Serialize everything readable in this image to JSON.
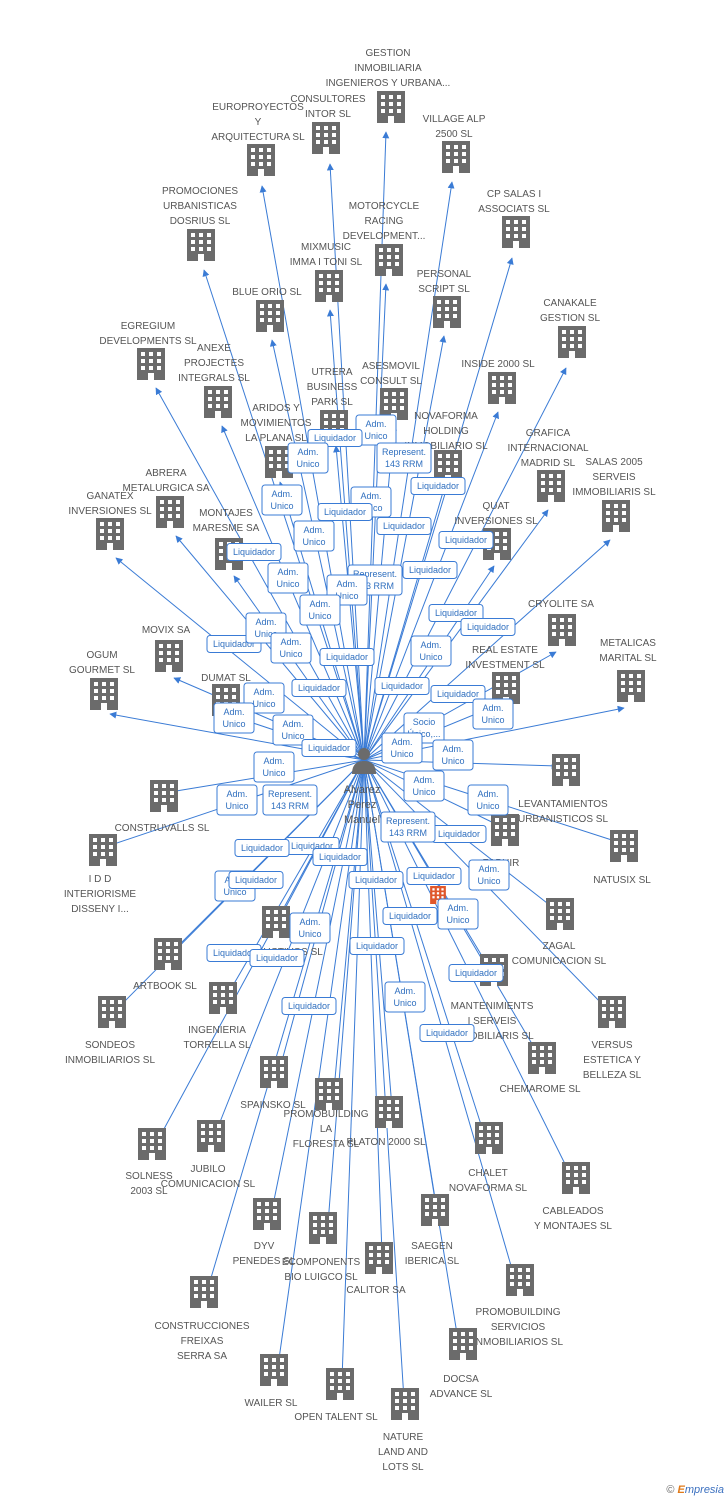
{
  "center": {
    "name_lines": [
      "Alvarez",
      "Perez",
      "Manuel"
    ]
  },
  "companies": [
    {
      "lines": [
        "GESTION",
        "INMOBILIARIA",
        "INGENIEROS Y URBANA..."
      ]
    },
    {
      "lines": [
        "CONSULTORES",
        "INTOR SL"
      ]
    },
    {
      "lines": [
        "EUROPROYECTOS",
        "Y",
        "ARQUITECTURA SL"
      ]
    },
    {
      "lines": [
        "VILLAGE ALP",
        "2500 SL"
      ]
    },
    {
      "lines": [
        "PROMOCIONES",
        "URBANISTICAS",
        "DOSRIUS SL"
      ]
    },
    {
      "lines": [
        "MOTORCYCLE",
        "RACING",
        "DEVELOPMENT..."
      ]
    },
    {
      "lines": [
        "CP SALAS I",
        "ASSOCIATS SL"
      ]
    },
    {
      "lines": [
        "MIXMUSIC",
        "IMMA I TONI SL"
      ]
    },
    {
      "lines": [
        "PERSONAL",
        "SCRIPT SL"
      ]
    },
    {
      "lines": [
        "BLUE ORIO SL"
      ]
    },
    {
      "lines": [
        "CANAKALE",
        "GESTION SL"
      ]
    },
    {
      "lines": [
        "EGREGIUM",
        "DEVELOPMENTS SL"
      ]
    },
    {
      "lines": [
        "ANEXE",
        "PROJECTES",
        "INTEGRALS SL"
      ]
    },
    {
      "lines": [
        "UTRERA",
        "BUSINESS",
        "PARK SL"
      ]
    },
    {
      "lines": [
        "ASESMOVIL",
        "CONSULT SL"
      ]
    },
    {
      "lines": [
        "INSIDE 2000 SL"
      ]
    },
    {
      "lines": [
        "ARIDOS Y",
        "MOVIMIENTOS",
        "LA PLANA SL"
      ]
    },
    {
      "lines": [
        "NOVAFORMA",
        "HOLDING",
        "INMOBILIARIO SL"
      ]
    },
    {
      "lines": [
        "GRAFICA",
        "INTERNACIONAL",
        "MADRID SL"
      ]
    },
    {
      "lines": [
        "SALAS 2005",
        "SERVEIS",
        "IMMOBILIARIS SL"
      ]
    },
    {
      "lines": [
        "ABRERA",
        "METALURGICA SA"
      ]
    },
    {
      "lines": [
        "GANATEX",
        "INVERSIONES SL"
      ]
    },
    {
      "lines": [
        "MONTAJES",
        "MARESME SA"
      ]
    },
    {
      "lines": [
        "QUAT",
        "INVERSIONES SL"
      ]
    },
    {
      "lines": [
        "CRYOLITE SA"
      ]
    },
    {
      "lines": [
        "MOVIX SA"
      ]
    },
    {
      "lines": [
        "OGUM",
        "GOURMET SL"
      ]
    },
    {
      "lines": [
        "DUMAT SL"
      ]
    },
    {
      "lines": [
        "REAL ESTATE",
        "INVESTMENT SL"
      ]
    },
    {
      "lines": [
        "METALICAS",
        "MARITAL SL"
      ]
    },
    {
      "lines": [
        "LEVANTAMIENTOS",
        "URBANISTICOS SL"
      ]
    },
    {
      "lines": [
        "CONSTRUVALLS SL"
      ]
    },
    {
      "lines": [
        "I D D",
        "INTERIORISME",
        "DISSENY I..."
      ]
    },
    {
      "lines": [
        "NATUSIX SL"
      ]
    },
    {
      "lines": [
        "ZAPHIR"
      ]
    },
    {
      "lines": [
        "ARTBOOK SL"
      ]
    },
    {
      "lines": [
        "CONSTRUCTIVOS SL"
      ]
    },
    {
      "lines": [
        "ZAGAL",
        "COMUNICACION SL"
      ]
    },
    {
      "lines": [
        "SONDEOS",
        "INMOBILIARIOS SL"
      ]
    },
    {
      "lines": [
        "INGENIERIA",
        "TORRELLA SL"
      ]
    },
    {
      "lines": [
        "MANTENIMIENTS",
        "I SERVEIS",
        "IMMOBILIARIS SL"
      ]
    },
    {
      "lines": [
        "VERSUS",
        "ESTETICA Y",
        "BELLEZA SL"
      ]
    },
    {
      "lines": [
        "CHEMAROME SL"
      ]
    },
    {
      "lines": [
        "SPAINSKO SL"
      ]
    },
    {
      "lines": [
        "PROMOBUILDING",
        "LA",
        "FLORESTA SL"
      ]
    },
    {
      "lines": [
        "PLATON 2000 SL"
      ]
    },
    {
      "lines": [
        "SOLNESS",
        "2003 SL"
      ]
    },
    {
      "lines": [
        "JUBILO",
        "COMUNICACION SL"
      ]
    },
    {
      "lines": [
        "CHALET",
        "NOVAFORMA SL"
      ]
    },
    {
      "lines": [
        "CABLEADOS",
        "Y MONTAJES SL"
      ]
    },
    {
      "lines": [
        "DYV",
        "PENEDES SL"
      ]
    },
    {
      "lines": [
        "ECOMPONENTS",
        "BIO LUIGCO SL"
      ]
    },
    {
      "lines": [
        "CALITOR SA"
      ]
    },
    {
      "lines": [
        "SAEGEN",
        "IBERICA SL"
      ]
    },
    {
      "lines": [
        "CONSTRUCCIONES",
        "FREIXAS",
        "SERRA SA"
      ]
    },
    {
      "lines": [
        "PROMOBUILDING",
        "SERVICIOS",
        "INMOBILIARIOS SL"
      ]
    },
    {
      "lines": [
        "WAILER SL"
      ]
    },
    {
      "lines": [
        "OPEN TALENT SL"
      ]
    },
    {
      "lines": [
        "DOCSA",
        "ADVANCE SL"
      ]
    },
    {
      "lines": [
        "NATURE",
        "LAND AND",
        "LOTS SL"
      ]
    }
  ],
  "relations": [
    {
      "lines": [
        "Adm.",
        "Unico"
      ]
    },
    {
      "lines": [
        "Liquidador"
      ]
    },
    {
      "lines": [
        "Represent.",
        "143 RRM"
      ]
    },
    {
      "lines": [
        "Adm.",
        "Unico"
      ]
    },
    {
      "lines": [
        "Adm.",
        "Unico"
      ]
    },
    {
      "lines": [
        "Liquidador"
      ]
    },
    {
      "lines": [
        "Adm.",
        "Unico"
      ]
    },
    {
      "lines": [
        "Liquidador"
      ]
    },
    {
      "lines": [
        "Liquidador"
      ]
    },
    {
      "lines": [
        "Liquidador"
      ]
    },
    {
      "lines": [
        "Adm.",
        "Unico"
      ]
    },
    {
      "lines": [
        "Liquidador"
      ]
    },
    {
      "lines": [
        "Represent.",
        "143 RRM"
      ]
    },
    {
      "lines": [
        "Adm.",
        "Unico"
      ]
    },
    {
      "lines": [
        "Adm.",
        "Unico"
      ]
    },
    {
      "lines": [
        "Liquidador"
      ]
    },
    {
      "lines": [
        "Liquidador"
      ]
    },
    {
      "lines": [
        "Adm.",
        "Unico"
      ]
    },
    {
      "lines": [
        "Liquidador"
      ]
    },
    {
      "lines": [
        "Liquidador"
      ]
    },
    {
      "lines": [
        "Adm.",
        "Unico"
      ]
    },
    {
      "lines": [
        "Adm.",
        "Unico"
      ]
    },
    {
      "lines": [
        "Liquidador"
      ]
    },
    {
      "lines": [
        "Adm.",
        "Unico"
      ]
    },
    {
      "lines": [
        "Liquidador"
      ]
    },
    {
      "lines": [
        "Liquidador"
      ]
    },
    {
      "lines": [
        "Adm.",
        "Unico"
      ]
    },
    {
      "lines": [
        "Liquidador"
      ]
    },
    {
      "lines": [
        "Adm.",
        "Unico"
      ]
    },
    {
      "lines": [
        "Adm.",
        "Unico"
      ]
    },
    {
      "lines": [
        "Socio",
        "Único,..."
      ]
    },
    {
      "lines": [
        "Adm.",
        "Unico"
      ]
    },
    {
      "lines": [
        "Adm.",
        "Unico"
      ]
    },
    {
      "lines": [
        "Adm.",
        "Unico"
      ]
    },
    {
      "lines": [
        "Adm.",
        "Unico"
      ]
    },
    {
      "lines": [
        "Adm.",
        "Unico"
      ]
    },
    {
      "lines": [
        "Represent.",
        "143 RRM"
      ]
    },
    {
      "lines": [
        "Liquidador"
      ]
    },
    {
      "lines": [
        "Liquidador"
      ]
    },
    {
      "lines": [
        "Adm.",
        "Unico"
      ]
    },
    {
      "lines": [
        "Liquidador"
      ]
    },
    {
      "lines": [
        "Represent.",
        "143 RRM"
      ]
    },
    {
      "lines": [
        "Adm.",
        "Unico"
      ]
    },
    {
      "lines": [
        "Adm.",
        "Unico"
      ]
    },
    {
      "lines": [
        "Adm.",
        "Unico"
      ]
    },
    {
      "lines": [
        "Liquidador"
      ]
    },
    {
      "lines": [
        "Liquidador"
      ]
    },
    {
      "lines": [
        "Liquidador"
      ]
    },
    {
      "lines": [
        "Liquidador"
      ]
    },
    {
      "lines": [
        "Liquidador"
      ]
    },
    {
      "lines": [
        "Liquidador"
      ]
    },
    {
      "lines": [
        "Adm.",
        "Unico"
      ]
    },
    {
      "lines": [
        "Adm.",
        "Unico"
      ]
    },
    {
      "lines": [
        "Liquidador"
      ]
    },
    {
      "lines": [
        "Liquidador"
      ]
    },
    {
      "lines": [
        "Liquidador"
      ]
    },
    {
      "lines": [
        "Liquidador"
      ]
    },
    {
      "lines": [
        "Adm.",
        "Unico"
      ]
    },
    {
      "lines": [
        "Liquidador"
      ]
    },
    {
      "lines": [
        "Liquidador"
      ]
    }
  ],
  "colors": {
    "edge": "#3a7bd5",
    "node": "#6b6b6b",
    "highlight": "#e0572b",
    "label_border": "#3a7bd5"
  },
  "footer": {
    "copyright": "©",
    "brand_e": "E",
    "brand_rest": "mpresia"
  }
}
